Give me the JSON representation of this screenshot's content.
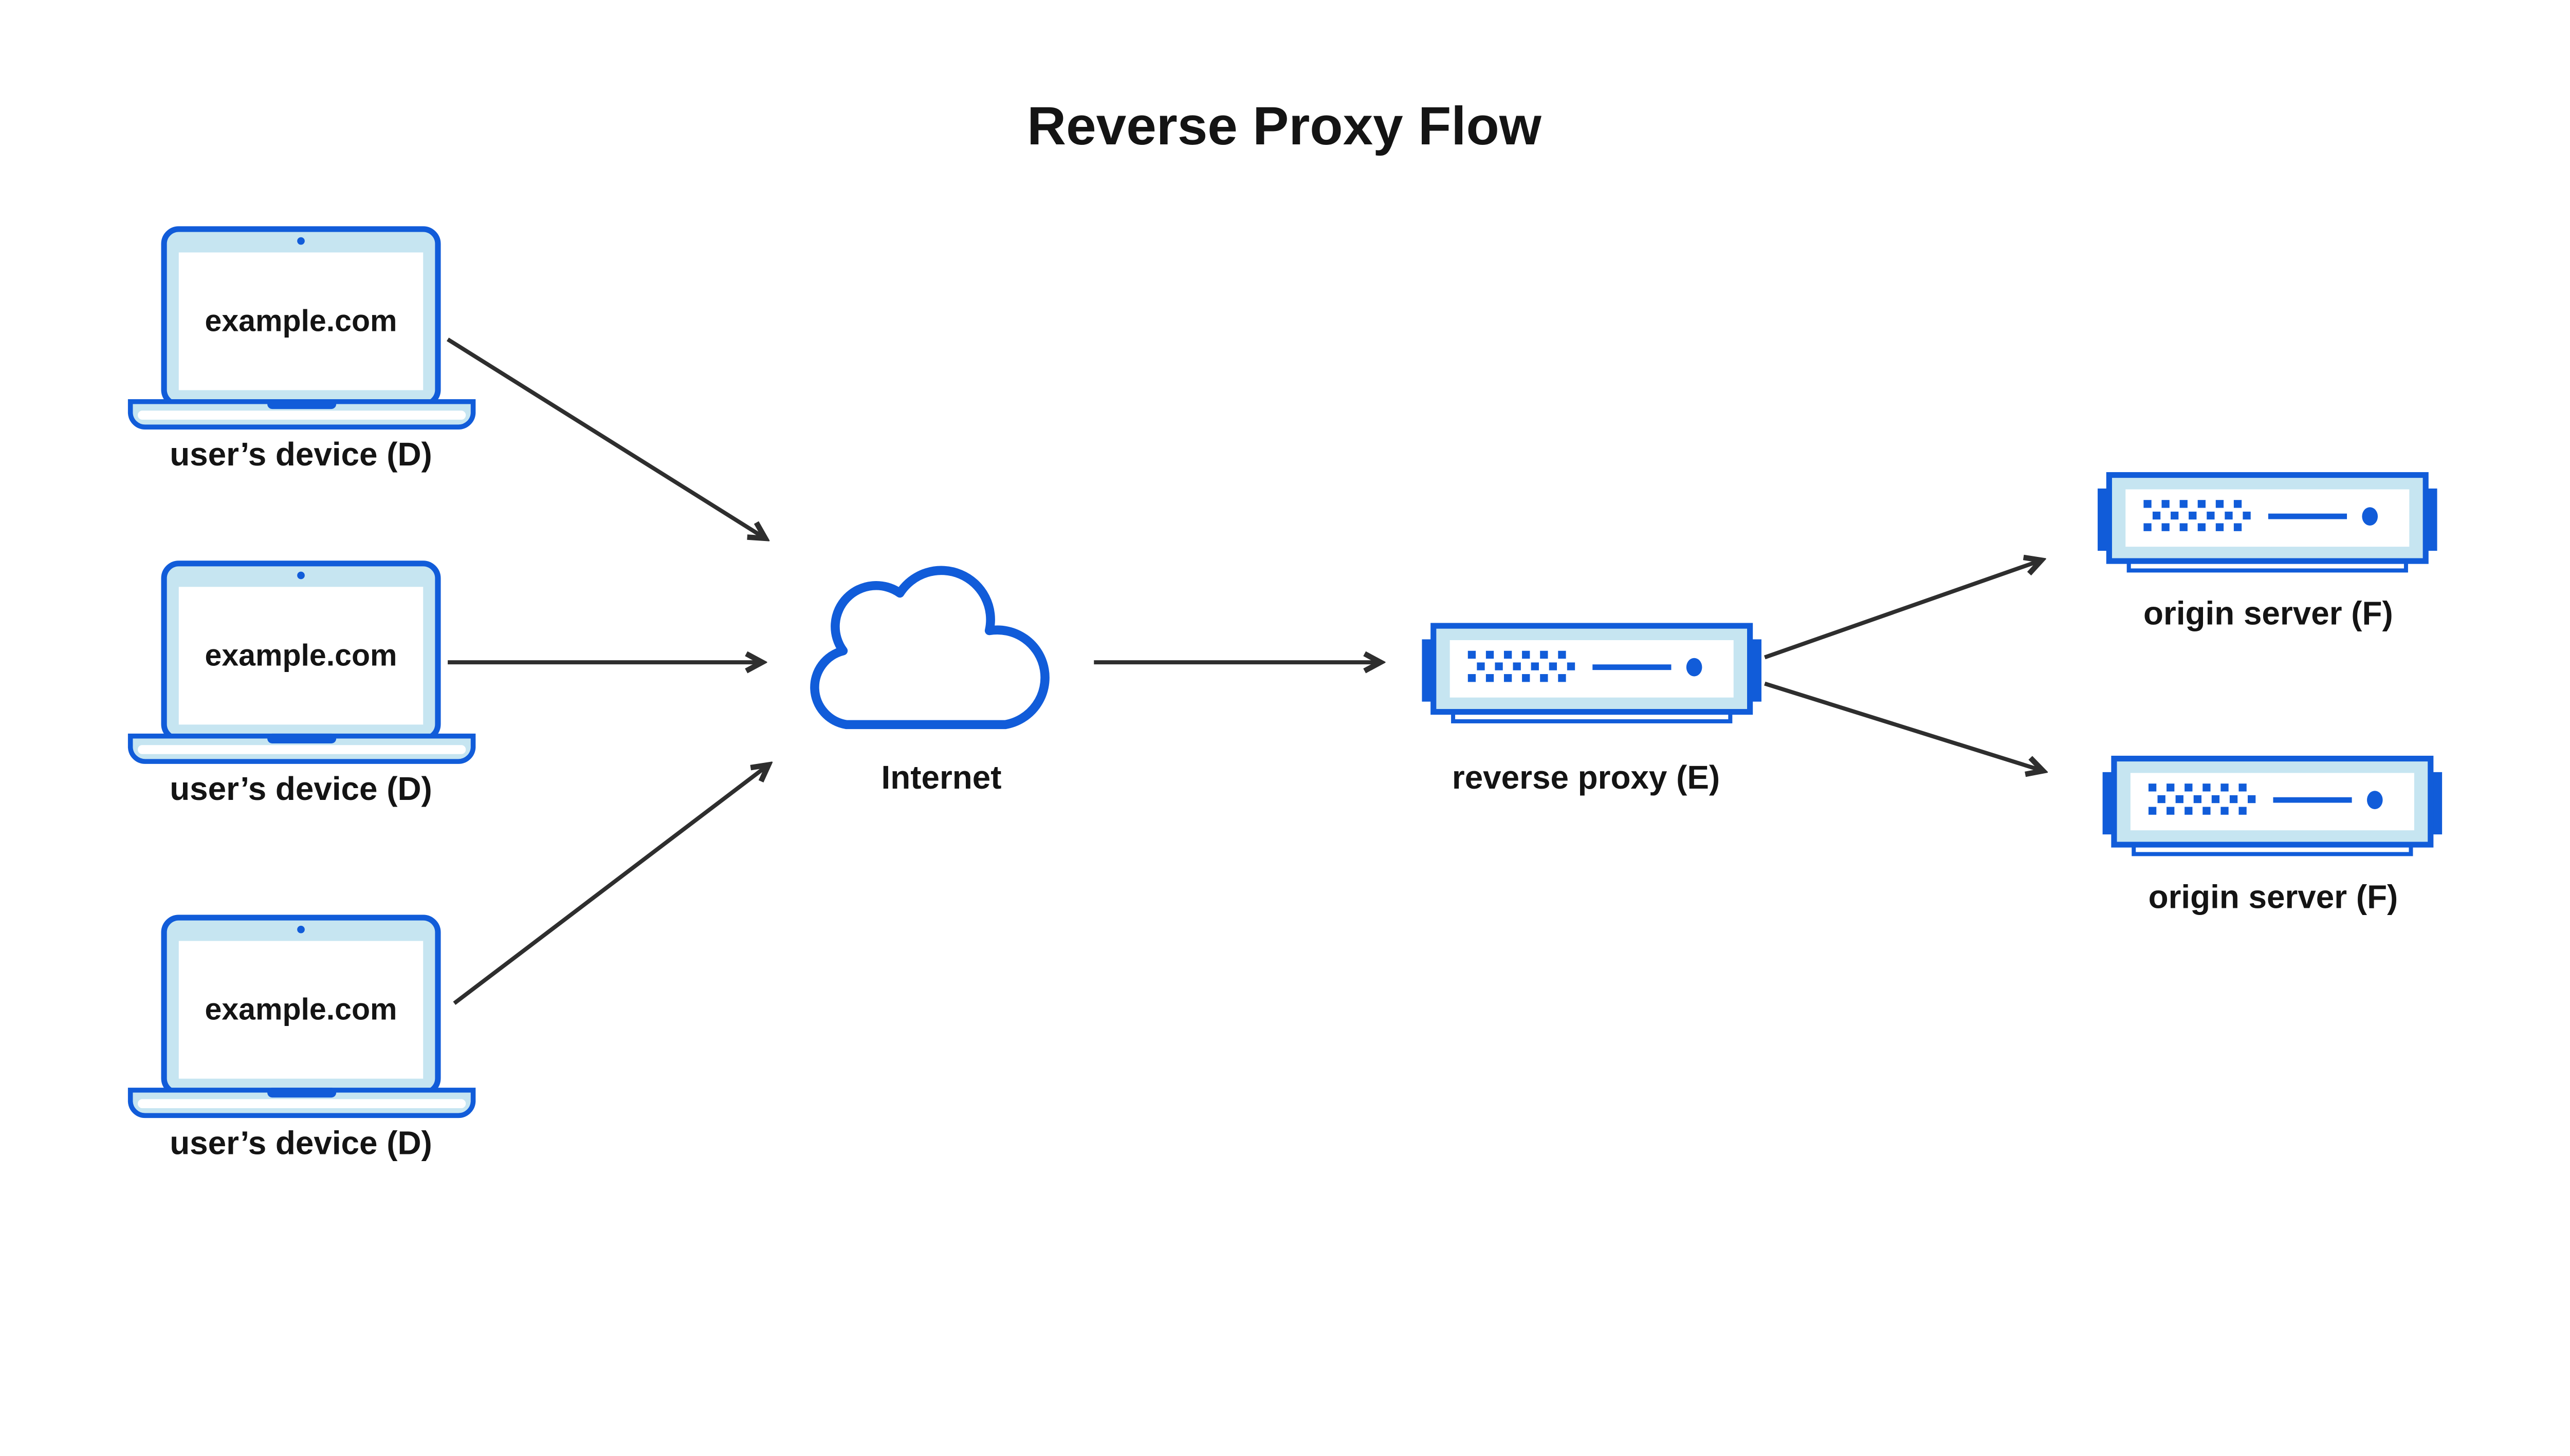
{
  "title": "Reverse Proxy Flow",
  "user_devices": [
    {
      "screen_text": "example.com",
      "label": "user’s device (D)"
    },
    {
      "screen_text": "example.com",
      "label": "user’s device (D)"
    },
    {
      "screen_text": "example.com",
      "label": "user’s device (D)"
    }
  ],
  "internet": {
    "label": "Internet"
  },
  "reverse_proxy": {
    "label": "reverse proxy (E)"
  },
  "origin_servers": [
    {
      "label": "origin server (F)"
    },
    {
      "label": "origin server (F)"
    }
  ],
  "colors": {
    "primary_blue": "#115CD9",
    "light_blue": "#C6E5F1",
    "panel_white": "#FFFFFF",
    "arrow_gray": "#2E2E2E",
    "label_black": "#141414"
  }
}
